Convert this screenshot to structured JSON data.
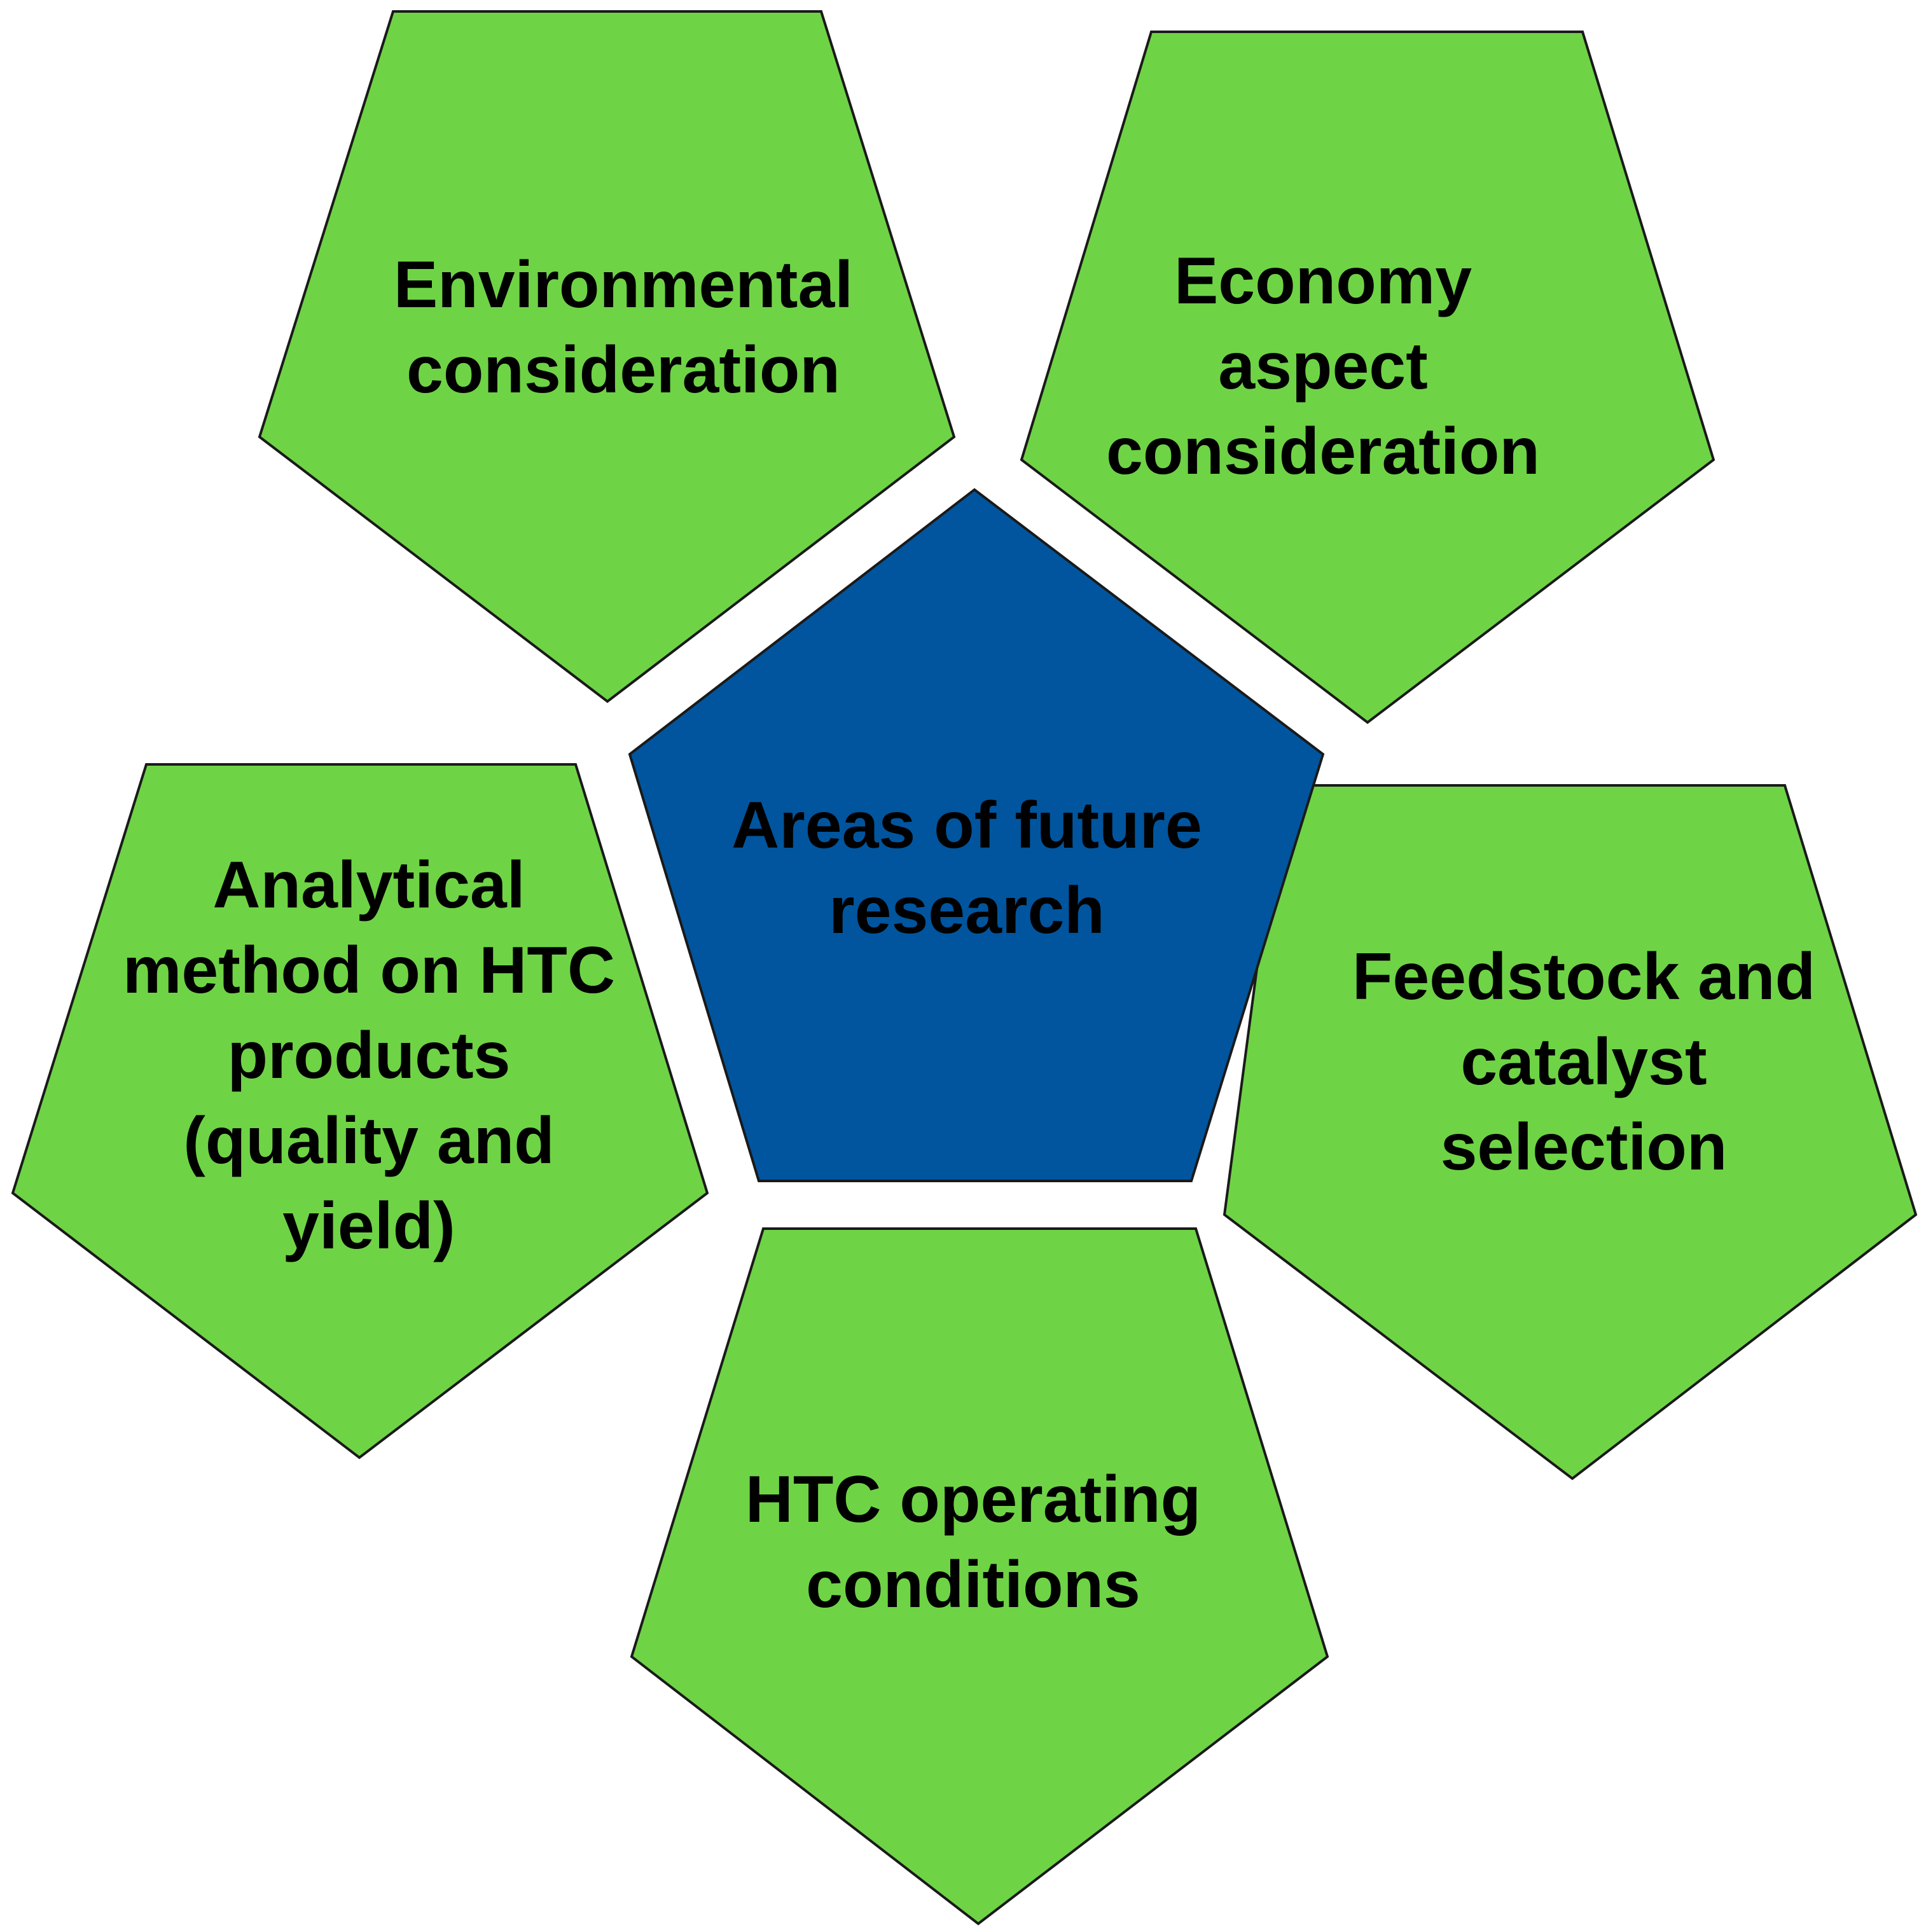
{
  "colors": {
    "outer_fill": "#6fd346",
    "center_fill": "#00559e",
    "outline": "#1a1a1a",
    "text": "#000000"
  },
  "center": {
    "lines": [
      "Areas of future",
      "research"
    ]
  },
  "outer": [
    {
      "id": "environmental",
      "lines": [
        "Environmental",
        "consideration"
      ]
    },
    {
      "id": "economy",
      "lines": [
        "Economy",
        "aspect",
        "consideration"
      ]
    },
    {
      "id": "feedstock",
      "lines": [
        "Feedstock and",
        "catalyst",
        "selection"
      ]
    },
    {
      "id": "htc-operating",
      "lines": [
        "HTC operating",
        "conditions"
      ]
    },
    {
      "id": "analytical",
      "lines": [
        "Analytical",
        "method on HTC",
        "products",
        "(quality and",
        "yield)"
      ]
    }
  ]
}
